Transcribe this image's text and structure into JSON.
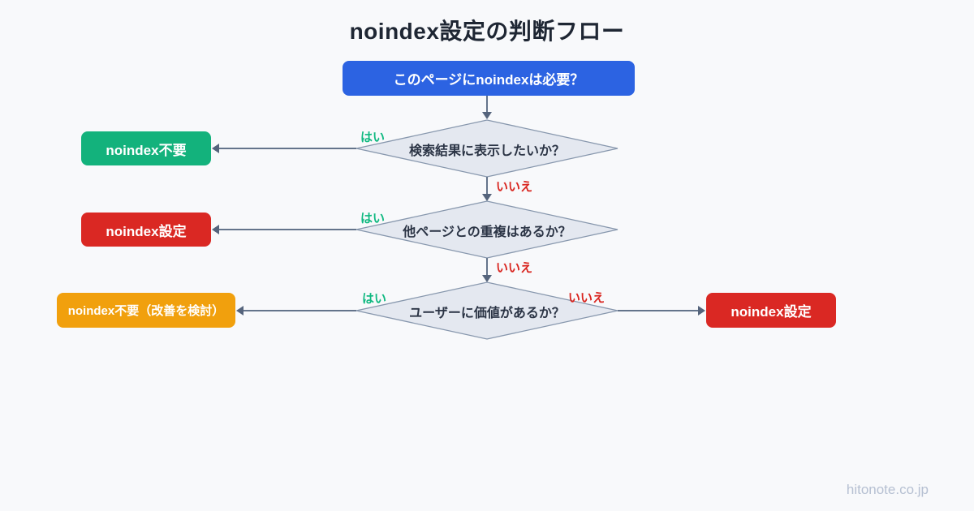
{
  "title": "noindex設定の判断フロー",
  "watermark": "hitonote.co.jp",
  "colors": {
    "start_blue": "#2c63e2",
    "outcome_green": "#13b27c",
    "outcome_red": "#da2823",
    "outcome_orange": "#f1a00d",
    "diamond_fill": "#e4e8f0",
    "diamond_border": "#8797ad",
    "connector": "#64748b",
    "yes_label_green": "#10b981",
    "no_label_red": "#d9251f"
  },
  "flow": {
    "start": {
      "label": "このページにnoindexは必要？"
    },
    "decisions": [
      {
        "question": "検索結果に表示したいか？",
        "yes": "はい",
        "no": "いいえ"
      },
      {
        "question": "他ページとの重複はあるか？",
        "yes": "はい",
        "no": "いいえ"
      },
      {
        "question": "ユーザーに価値があるか？",
        "yes": "はい",
        "no": "いいえ"
      }
    ],
    "outcomes": [
      {
        "label": "noindex不要"
      },
      {
        "label": "noindex設定"
      },
      {
        "label": "noindex不要（改善を検討）"
      },
      {
        "label": "noindex設定"
      }
    ]
  }
}
